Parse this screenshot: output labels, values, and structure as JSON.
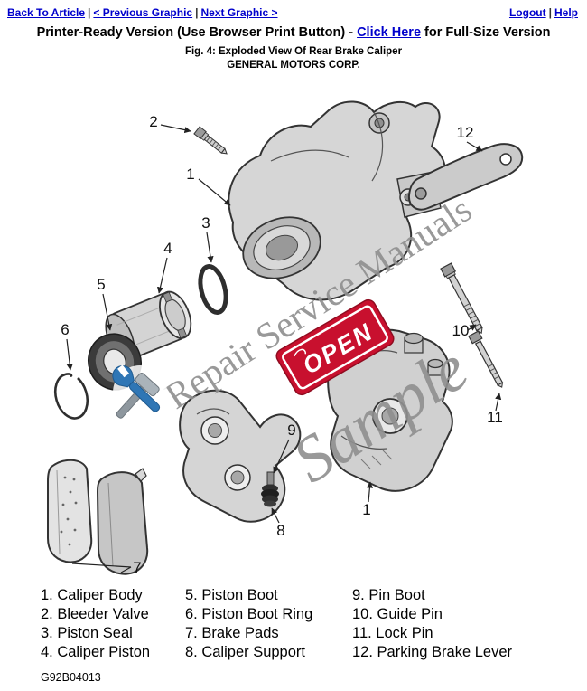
{
  "nav": {
    "back_to_article": "Back To Article",
    "previous_graphic": "< Previous Graphic",
    "next_graphic": "Next Graphic >",
    "logout": "Logout",
    "help": "Help",
    "separator": "|"
  },
  "header": {
    "title_prefix": "Printer-Ready Version (Use Browser Print Button) - ",
    "title_link": "Click Here",
    "title_suffix": " for Full-Size Version",
    "figure_caption": "Fig. 4: Exploded View Of Rear Brake Caliper",
    "manufacturer": "GENERAL MOTORS CORP."
  },
  "diagram": {
    "watermark_brand": "Repair Service Manuals",
    "watermark_sample": "Sample",
    "open_badge": "OPEN",
    "callouts": {
      "n1": "1",
      "n2": "2",
      "n3": "3",
      "n4": "4",
      "n5": "5",
      "n6": "6",
      "n7": "7",
      "n8": "8",
      "n9": "9",
      "n10": "10",
      "n11": "11",
      "n12": "12"
    }
  },
  "legend": {
    "columns": [
      [
        "1. Caliper Body",
        "2. Bleeder Valve",
        "3. Piston Seal",
        "4. Caliper Piston"
      ],
      [
        "5. Piston Boot",
        "6. Piston Boot Ring",
        "7. Brake Pads",
        "8. Caliper Support"
      ],
      [
        "9. Pin Boot",
        "10. Guide Pin",
        "11. Lock Pin",
        "12. Parking Brake Lever"
      ]
    ]
  },
  "footer": {
    "part_code": "G92B04013"
  },
  "colors": {
    "link_blue": "#0000cc",
    "watermark_gray": "#8f8f8f",
    "open_red": "#c8102e",
    "wrench_blue": "#2f76b5"
  }
}
